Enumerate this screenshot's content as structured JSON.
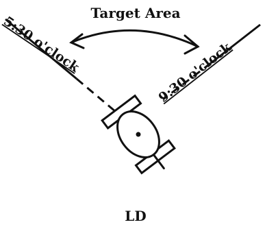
{
  "diagram": {
    "target_label": "Target Area",
    "left_direction": "5:30 o'clock",
    "right_direction": "9:30 o'clock",
    "caption": "LD",
    "colors": {
      "ink": "#111111",
      "background": "#ffffff"
    }
  }
}
